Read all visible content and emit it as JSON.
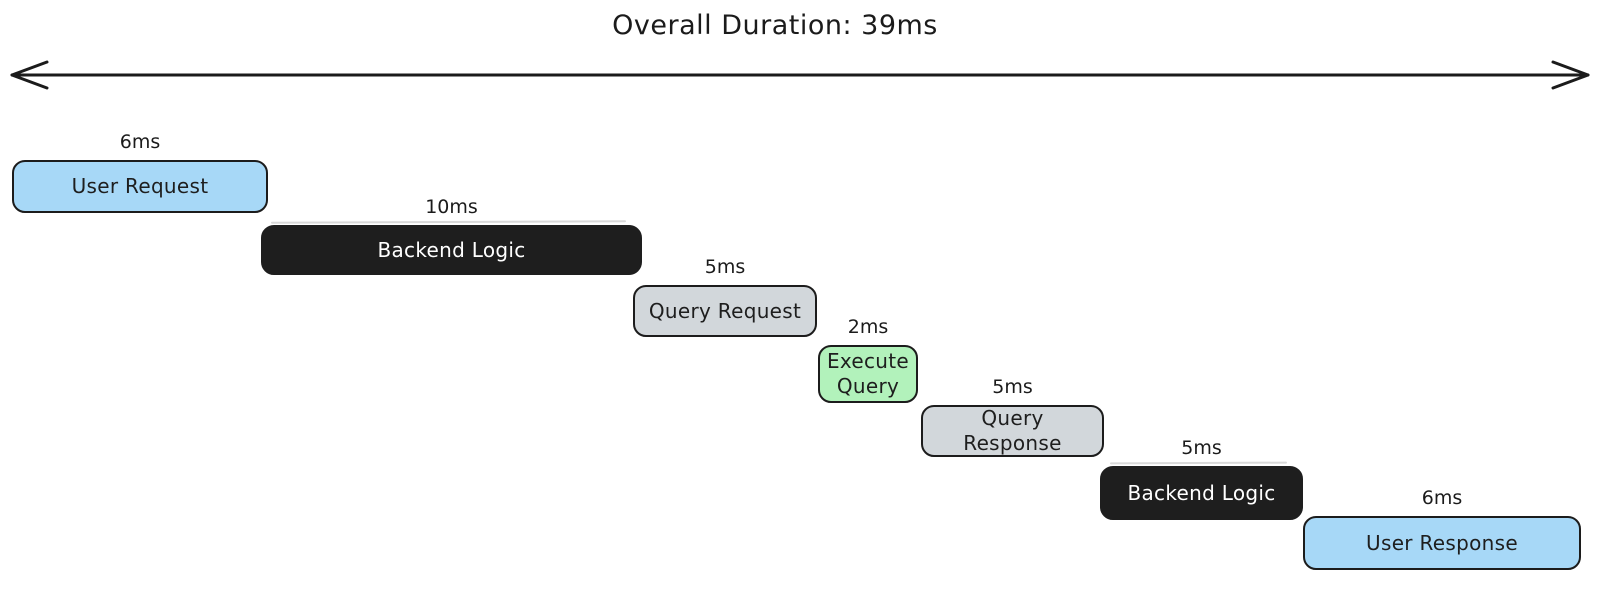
{
  "title": "Overall Duration: 39ms",
  "total_duration_ms": 39,
  "palette": {
    "light_blue": "#a7d8f7",
    "gray": "#d2d7db",
    "green": "#b2f2bb",
    "dark": "#1e1e1e",
    "stroke": "#1c1c1c",
    "background": "#ffffff"
  },
  "stages": [
    {
      "label": "User Request",
      "duration": "6ms",
      "duration_ms": 6,
      "color": "#a7d8f7"
    },
    {
      "label": "Backend Logic",
      "duration": "10ms",
      "duration_ms": 10,
      "color": "#1e1e1e"
    },
    {
      "label": "Query Request",
      "duration": "5ms",
      "duration_ms": 5,
      "color": "#d2d7db"
    },
    {
      "label": "Execute Query",
      "duration": "2ms",
      "duration_ms": 2,
      "color": "#b2f2bb"
    },
    {
      "label": "Query Response",
      "duration": "5ms",
      "duration_ms": 5,
      "color": "#d2d7db"
    },
    {
      "label": "Backend Logic",
      "duration": "5ms",
      "duration_ms": 5,
      "color": "#1e1e1e"
    },
    {
      "label": "User Response",
      "duration": "6ms",
      "duration_ms": 6,
      "color": "#a7d8f7"
    }
  ]
}
